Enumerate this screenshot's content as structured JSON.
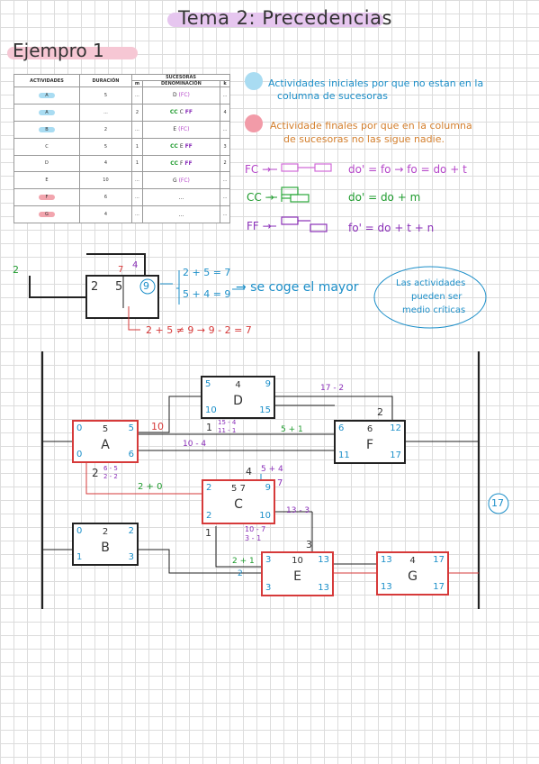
{
  "page": {
    "title": "Tema 2: Precedencias",
    "example_title": "Ejempro 1"
  },
  "table": {
    "headers": {
      "activities": "ACTIVIDADES",
      "duration": "DURACIÓN",
      "successors": "SUCESORAS",
      "n": "m",
      "denomination": "DENOMINACIÓN",
      "k": "k"
    },
    "rows": [
      {
        "act": "A",
        "dur": "5",
        "n": "...",
        "den": "D",
        "type": "(FC)",
        "k": "...",
        "hl": "blue"
      },
      {
        "act": "A",
        "dur": "...",
        "n": "2",
        "cc": "CC",
        "den": "C",
        "ff": "FF",
        "k": "4",
        "hl": "blue"
      },
      {
        "act": "B",
        "dur": "2",
        "n": "...",
        "den": "E",
        "type": "(FC)",
        "k": "...",
        "hl": "blue"
      },
      {
        "act": "C",
        "dur": "5",
        "n": "1",
        "cc": "CC",
        "den": "E",
        "ff": "FF",
        "k": "3",
        "hl": ""
      },
      {
        "act": "D",
        "dur": "4",
        "n": "1",
        "cc": "CC",
        "den": "F",
        "ff": "FF",
        "k": "2",
        "hl": ""
      },
      {
        "act": "E",
        "dur": "10",
        "n": "...",
        "den": "G",
        "type": "(FC)",
        "k": "...",
        "hl": ""
      },
      {
        "act": "F",
        "dur": "6",
        "n": "...",
        "den": "...",
        "k": "...",
        "hl": "red"
      },
      {
        "act": "G",
        "dur": "4",
        "n": "...",
        "den": "...",
        "k": "...",
        "hl": "red"
      }
    ]
  },
  "notes": {
    "initial": [
      "Actividades iniciales por que no estan en la",
      "columna de sucesoras"
    ],
    "final": [
      "Actividade finales por que en la columna",
      "de sucesoras no las sigue nadie."
    ],
    "fc_label": "FC →",
    "fc_formula": "do' = fo → fo = do + t",
    "cc_label": "CC →",
    "cc_formula": "do' = do + m",
    "ff_label": "FF →",
    "ff_formula": "fo' = do + t + n"
  },
  "colors": {
    "initial_dot": "#a9dcf2",
    "final_dot": "#f29ba8",
    "blue": "#1c8fc9",
    "purple": "#8a2fb8",
    "green": "#1e9b2d",
    "red": "#d63a3a",
    "orange": "#d4802f"
  },
  "example": {
    "left_number": "2",
    "box_left": "2",
    "box_mid": "5",
    "box_right": "9",
    "top_red": "7",
    "top_purple": "4",
    "calc1": "2 + 5 = 7",
    "calc2": "5 + 4 = 9",
    "conclusion": "→ se coge el mayor",
    "below": "2 + 5 ≠ 9 → 9 - 2 = 7",
    "bubble": [
      "Las actividades",
      "pueden ser",
      "medio críticas"
    ]
  },
  "network": {
    "final_time": "17",
    "nodes": {
      "A": {
        "name": "A",
        "dur": "5",
        "tl": "0",
        "tr": "5",
        "bl": "0",
        "br": "6"
      },
      "B": {
        "name": "B",
        "dur": "2",
        "tl": "0",
        "tr": "2",
        "bl": "1",
        "br": "3"
      },
      "C": {
        "name": "C",
        "dur": "5 7",
        "tl": "2",
        "tr": "9",
        "bl": "2",
        "br": "10"
      },
      "D": {
        "name": "D",
        "dur": "4",
        "tl": "5",
        "tr": "9",
        "bl": "10",
        "br": "15"
      },
      "E": {
        "name": "E",
        "dur": "10",
        "tl": "3",
        "tr": "13",
        "bl": "3",
        "br": "13"
      },
      "F": {
        "name": "F",
        "dur": "6",
        "tl": "6",
        "tr": "12",
        "bl": "11",
        "br": "17"
      },
      "G": {
        "name": "G",
        "dur": "4",
        "tl": "13",
        "tr": "17",
        "bl": "13",
        "br": "17"
      }
    },
    "labels": {
      "a10": "10",
      "d_top": "17 - 2",
      "d_two": "2",
      "one_d": "1",
      "d_left1": "15 - 4",
      "d_left2": "11 - 1",
      "fplus": "5 + 1",
      "a_minus": "10 - 4",
      "c_four": "4",
      "c_plus": "5 + 4",
      "c_seven": "7",
      "a_two": "2",
      "a_frac1": "6 - 5",
      "a_frac2": "2 - 2",
      "c_green": "2 + 0",
      "c_right": "13 - 3",
      "one_c": "1",
      "c_below1": "10 - 7",
      "c_below2": "3 - 1",
      "e_three": "3",
      "e_green": "2 + 1",
      "e_two": "2"
    }
  }
}
